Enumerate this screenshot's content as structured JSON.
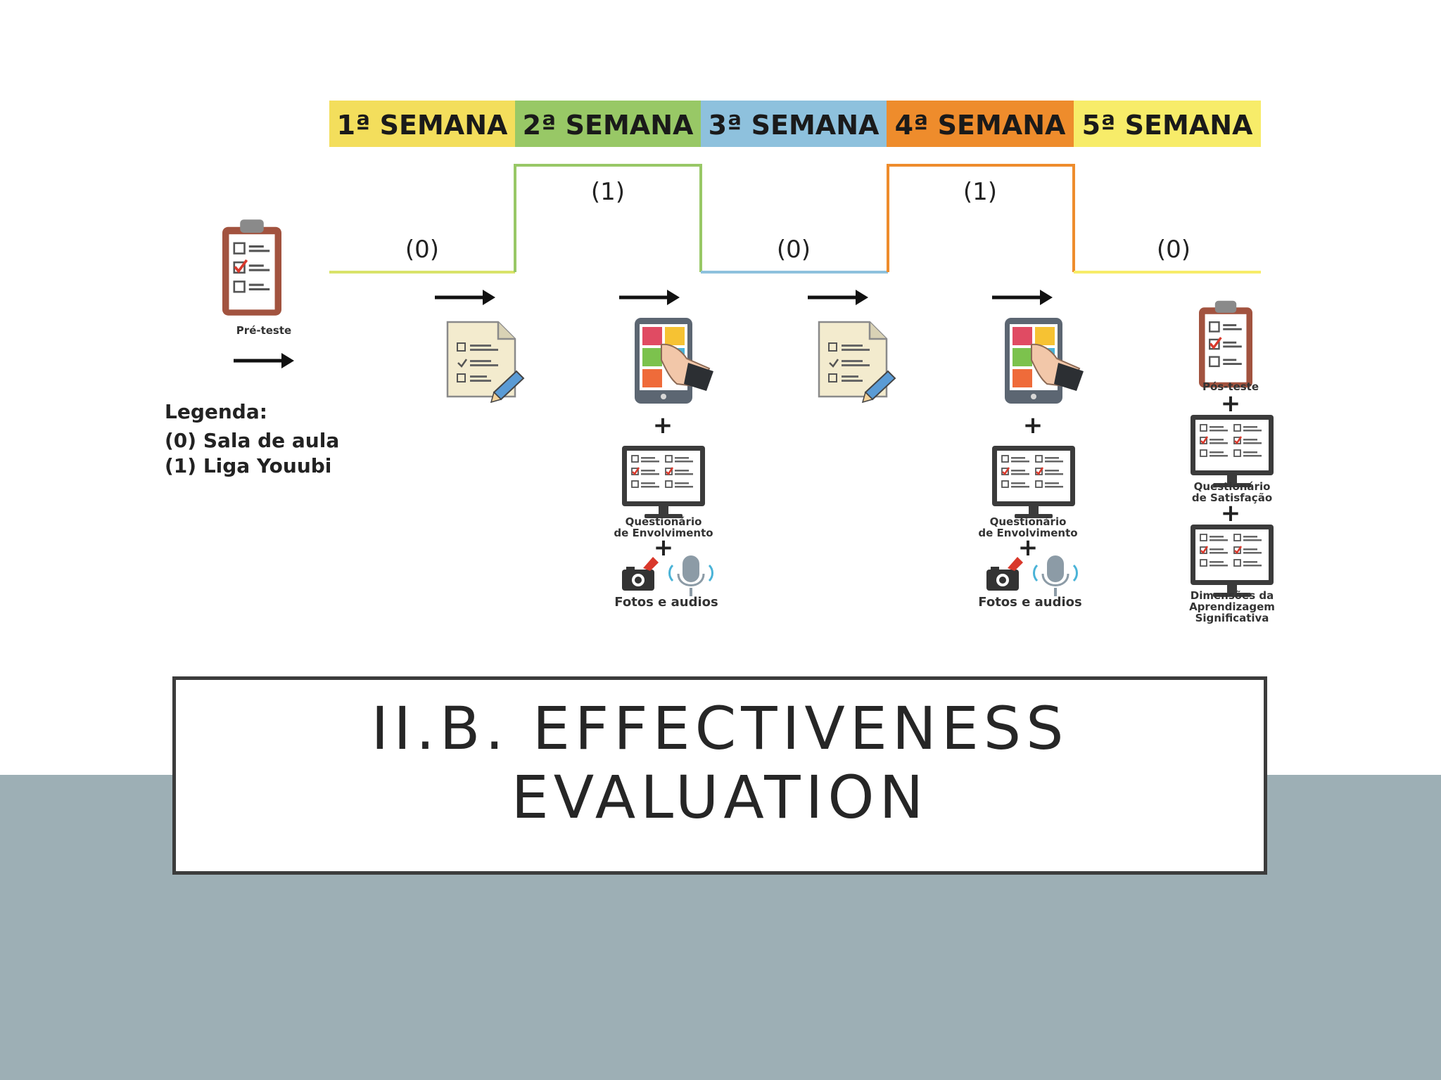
{
  "weeks": [
    "1ª SEMANA",
    "2ª SEMANA",
    "3ª SEMANA",
    "4ª SEMANA",
    "5ª SEMANA"
  ],
  "week_colors": [
    "#f3de5c",
    "#98c866",
    "#8ec1dd",
    "#ee8c2c",
    "#f7ec69"
  ],
  "levels": [
    "(0)",
    "(1)",
    "(0)",
    "(1)",
    "(0)"
  ],
  "legend": {
    "title": "Legenda:",
    "item0": "(0) Sala de aula",
    "item1": "(1) Liga Youubi"
  },
  "captions": {
    "pre_test": "Pré-teste",
    "engagement_line1": "Questionário",
    "engagement_line2": "de Envolvimento",
    "photos_audio": "Fotos e audios",
    "post_test": "Pós-teste",
    "satisfaction_line1": "Questionário",
    "satisfaction_line2": "de Satisfação",
    "dimensions_line1": "Dimensões da",
    "dimensions_line2": "Aprendizagem",
    "dimensions_line3": "Significativa"
  },
  "plus_sign": "+",
  "title": "II.B. EFFECTIVENESS\nEVALUATION"
}
